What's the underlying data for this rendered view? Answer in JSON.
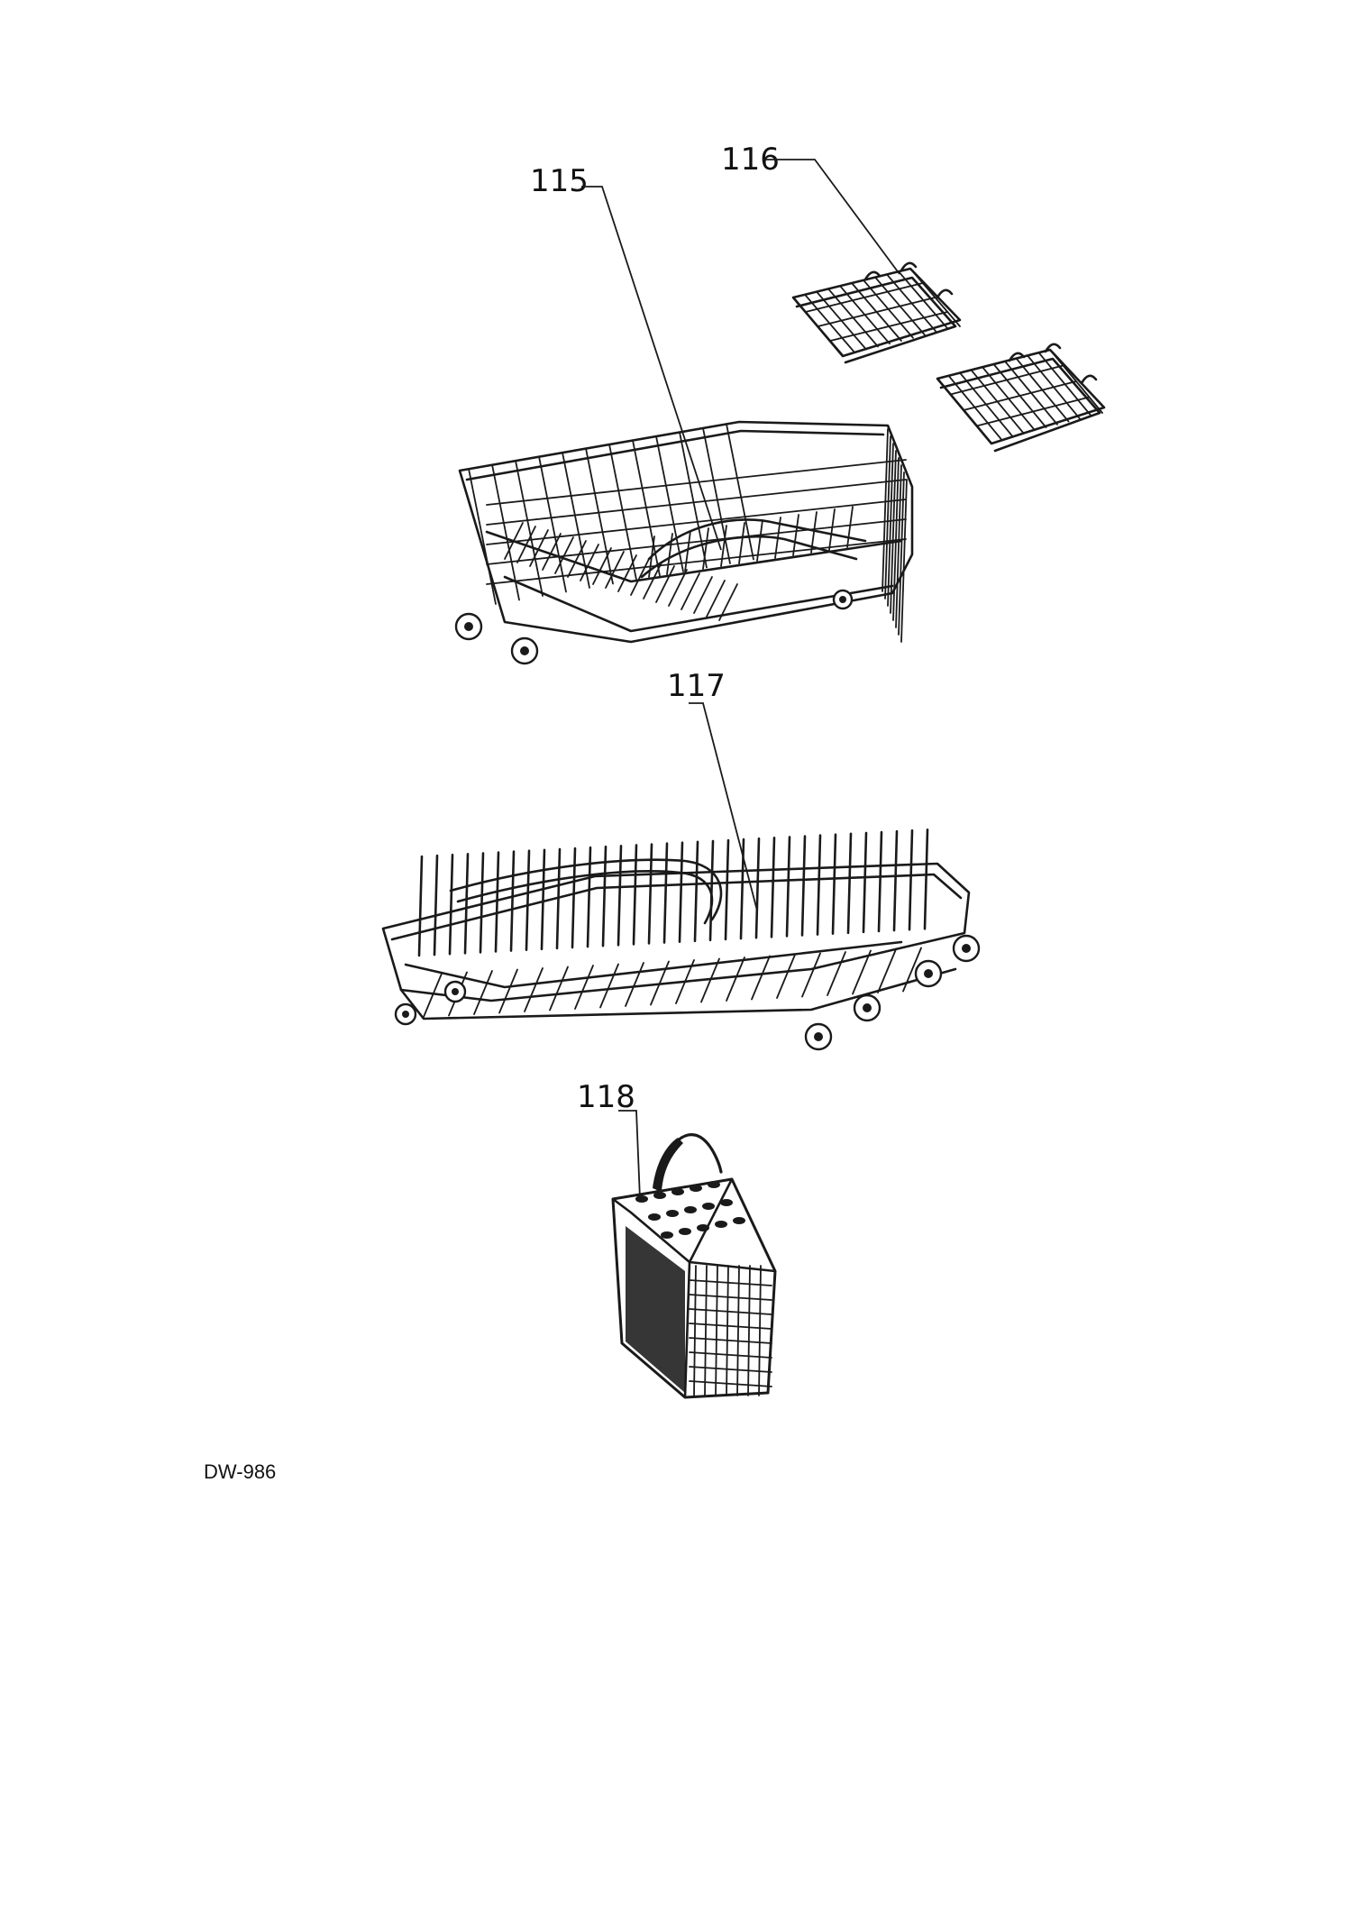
{
  "parts": [
    {
      "id": "115",
      "label": "115",
      "description_key": "upper-rack"
    },
    {
      "id": "116",
      "label": "116",
      "description_key": "cup-shelf"
    },
    {
      "id": "117",
      "label": "117",
      "description_key": "lower-rack"
    },
    {
      "id": "118",
      "label": "118",
      "description_key": "cutlery-basket"
    }
  ],
  "model_code": "DW-986",
  "colors": {
    "line": "#1a1a1a",
    "background": "#ffffff"
  }
}
